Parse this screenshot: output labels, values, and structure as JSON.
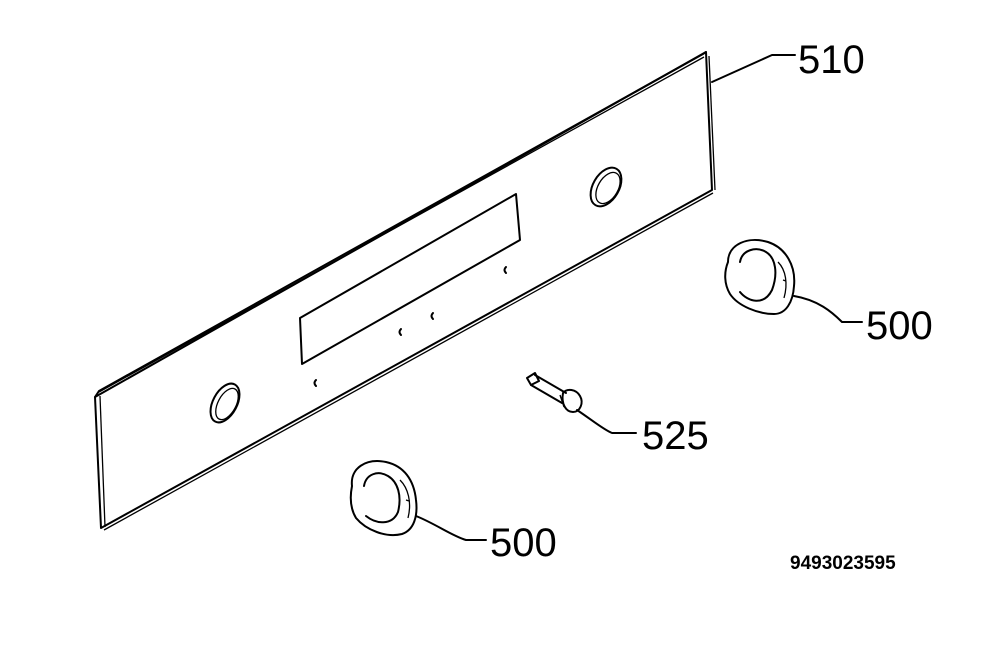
{
  "labels": {
    "panel": "510",
    "knob_right": "500",
    "knob_left": "500",
    "pin": "525",
    "document_number": "9493023595"
  }
}
